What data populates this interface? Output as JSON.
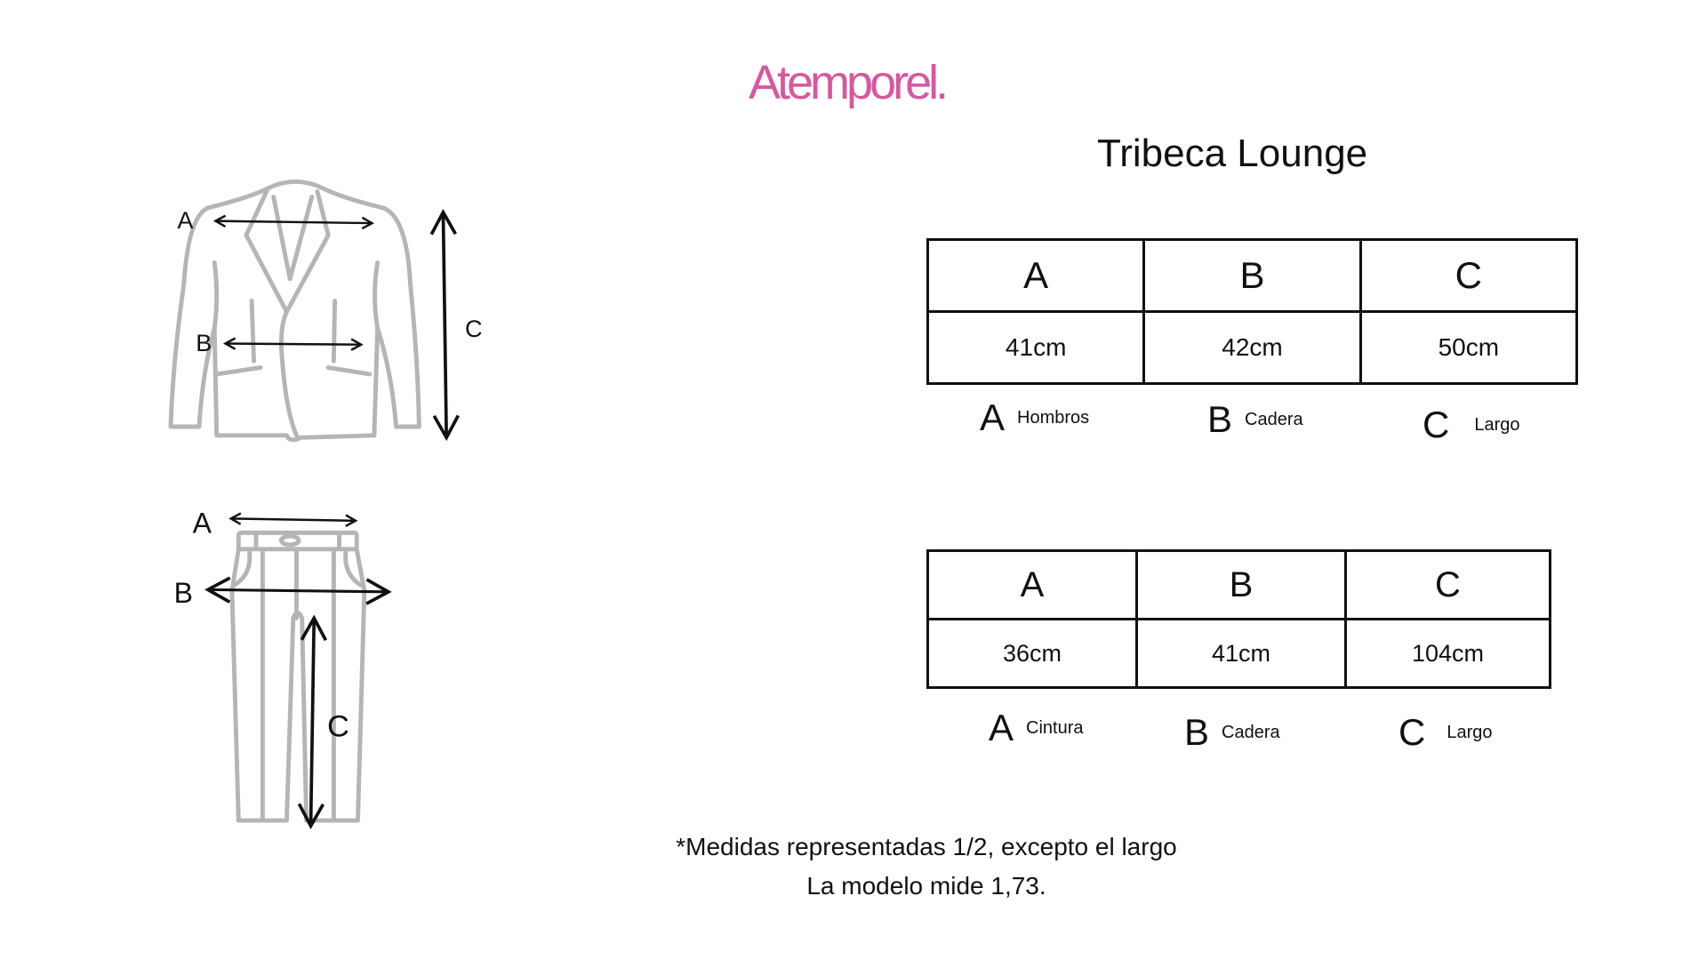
{
  "brand": {
    "logo": "Atemporel.",
    "color": "#d6589f"
  },
  "title": "Tribeca Lounge",
  "jacket": {
    "diagram_labels": [
      "A",
      "B",
      "C"
    ],
    "headers": [
      "A",
      "B",
      "C"
    ],
    "values": [
      "41cm",
      "42cm",
      "50cm"
    ],
    "legend": [
      {
        "letter": "A",
        "text": "Hombros"
      },
      {
        "letter": "B",
        "text": "Cadera"
      },
      {
        "letter": "C",
        "text": "Largo"
      }
    ]
  },
  "pants": {
    "diagram_labels": [
      "A",
      "B",
      "C"
    ],
    "headers": [
      "A",
      "B",
      "C"
    ],
    "values": [
      "36cm",
      "41cm",
      "104cm"
    ],
    "legend": [
      {
        "letter": "A",
        "text": "Cintura"
      },
      {
        "letter": "B",
        "text": "Cadera"
      },
      {
        "letter": "C",
        "text": "Largo"
      }
    ]
  },
  "footer": {
    "line1": "*Medidas representadas 1/2, excepto el largo",
    "line2": "La modelo mide 1,73."
  }
}
